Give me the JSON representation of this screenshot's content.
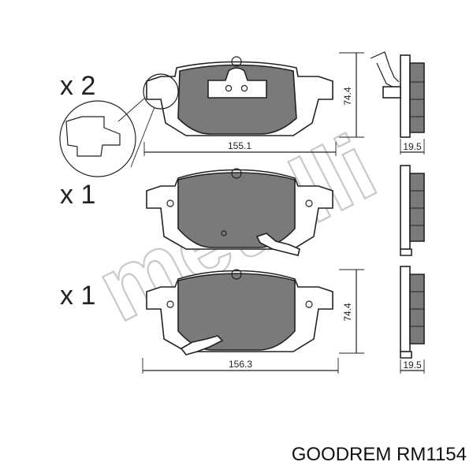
{
  "watermark": "metelli",
  "pads": [
    {
      "quantity": "x 2",
      "width": "155.1",
      "height": "74.4",
      "thickness": "19.5"
    },
    {
      "quantity": "x 1"
    },
    {
      "quantity": "x 1",
      "width": "156.3",
      "height": "74.4",
      "thickness": "19.5"
    }
  ],
  "caption": "GOODREM RM1154"
}
